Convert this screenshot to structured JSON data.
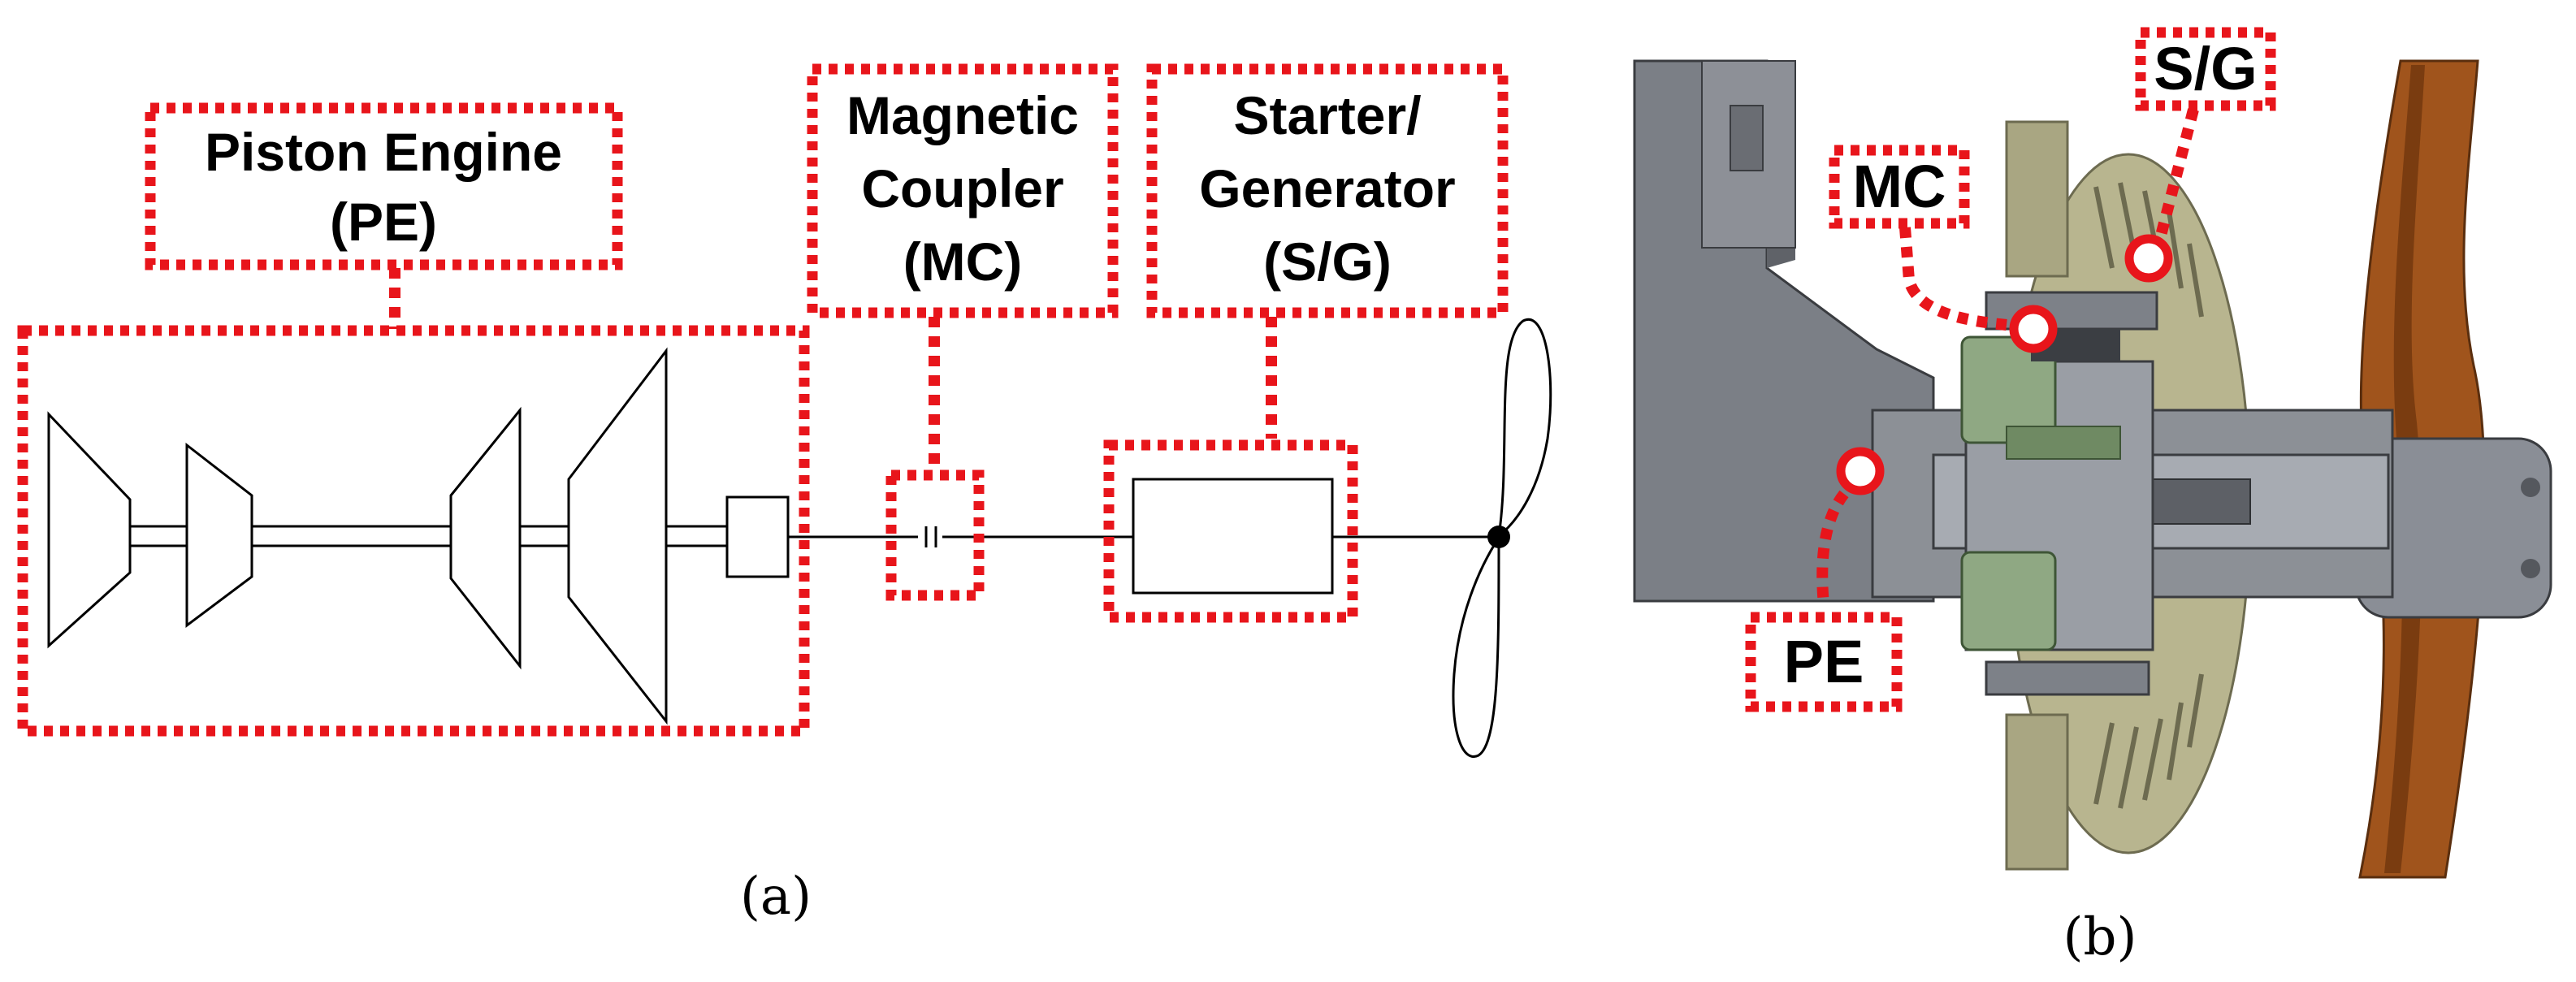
{
  "panel_a": {
    "caption": "(a)",
    "labels": {
      "piston_engine": [
        "Piston Engine",
        "(PE)"
      ],
      "magnetic_coupler": [
        "Magnetic",
        "Coupler",
        "(MC)"
      ],
      "starter_generator": [
        "Starter/",
        "Generator",
        "(S/G)"
      ]
    }
  },
  "panel_b": {
    "caption": "(b)",
    "callouts": {
      "sg": "S/G",
      "mc": "MC",
      "pe": "PE"
    }
  },
  "colors": {
    "highlight_red": "#e8151b",
    "housing_gray": "#7b7f86",
    "coupler_green": "#8fa883",
    "rotor_beige": "#b8b58f",
    "propeller_brown": "#a0541c"
  }
}
